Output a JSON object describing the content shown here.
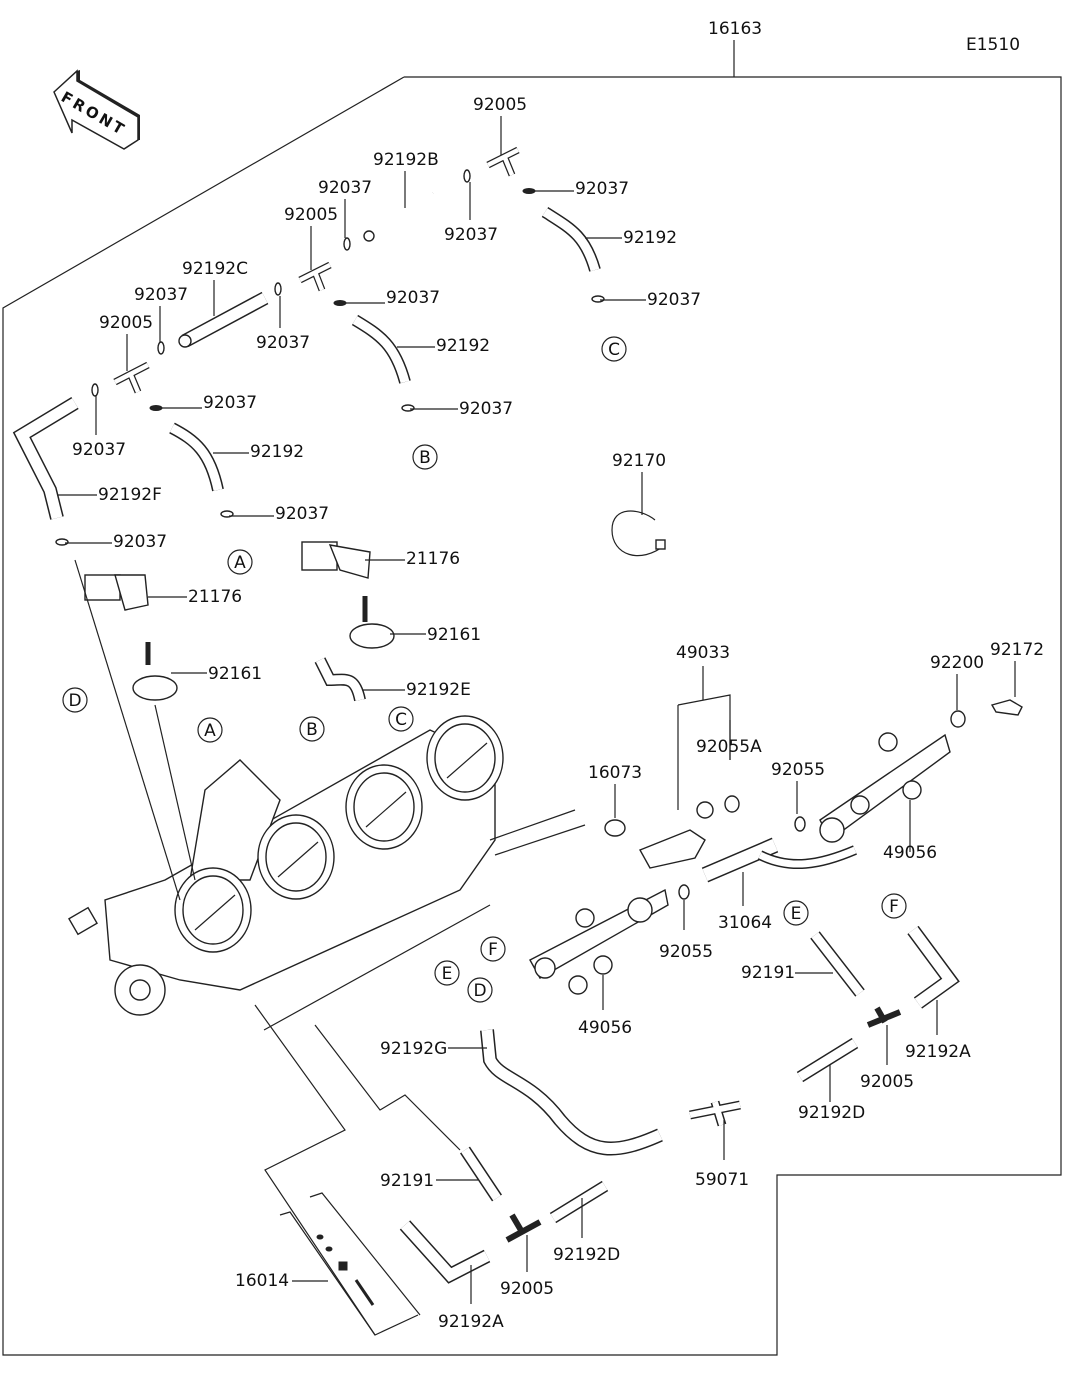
{
  "diagram": {
    "drawing_code": "E1510",
    "assembly_label": "16163",
    "front_arrow_text": "FRONT",
    "ref_letters": [
      "A",
      "B",
      "C",
      "D",
      "E",
      "F"
    ],
    "callouts": [
      {
        "id": "c1",
        "label": "92005"
      },
      {
        "id": "c2",
        "label": "92192B"
      },
      {
        "id": "c3",
        "label": "92037"
      },
      {
        "id": "c4",
        "label": "92037"
      },
      {
        "id": "c5",
        "label": "92005"
      },
      {
        "id": "c6",
        "label": "92037"
      },
      {
        "id": "c7",
        "label": "92192"
      },
      {
        "id": "c8",
        "label": "92192C"
      },
      {
        "id": "c9",
        "label": "92037"
      },
      {
        "id": "c10",
        "label": "92005"
      },
      {
        "id": "c11",
        "label": "92037"
      },
      {
        "id": "c12",
        "label": "92037"
      },
      {
        "id": "c13",
        "label": "92192"
      },
      {
        "id": "c14",
        "label": "92037"
      },
      {
        "id": "c15",
        "label": "92037"
      },
      {
        "id": "c16",
        "label": "92037"
      },
      {
        "id": "c17",
        "label": "92192"
      },
      {
        "id": "c18",
        "label": "92037"
      },
      {
        "id": "c19",
        "label": "92192F"
      },
      {
        "id": "c20",
        "label": "92037"
      },
      {
        "id": "c21",
        "label": "92037"
      },
      {
        "id": "c22",
        "label": "92170"
      },
      {
        "id": "c23",
        "label": "21176"
      },
      {
        "id": "c24",
        "label": "21176"
      },
      {
        "id": "c25",
        "label": "92161"
      },
      {
        "id": "c26",
        "label": "92161"
      },
      {
        "id": "c27",
        "label": "92192E"
      },
      {
        "id": "c28",
        "label": "49033"
      },
      {
        "id": "c29",
        "label": "92200"
      },
      {
        "id": "c30",
        "label": "92172"
      },
      {
        "id": "c31",
        "label": "92055A"
      },
      {
        "id": "c32",
        "label": "92055"
      },
      {
        "id": "c33",
        "label": "16073"
      },
      {
        "id": "c34",
        "label": "49056"
      },
      {
        "id": "c35",
        "label": "31064"
      },
      {
        "id": "c36",
        "label": "92055"
      },
      {
        "id": "c37",
        "label": "49056"
      },
      {
        "id": "c38",
        "label": "92191"
      },
      {
        "id": "c39",
        "label": "92192A"
      },
      {
        "id": "c40",
        "label": "92005"
      },
      {
        "id": "c41",
        "label": "92192G"
      },
      {
        "id": "c42",
        "label": "92192D"
      },
      {
        "id": "c43",
        "label": "59071"
      },
      {
        "id": "c44",
        "label": "92191"
      },
      {
        "id": "c45",
        "label": "92192D"
      },
      {
        "id": "c46",
        "label": "16014"
      },
      {
        "id": "c47",
        "label": "92005"
      },
      {
        "id": "c48",
        "label": "92192A"
      }
    ]
  }
}
